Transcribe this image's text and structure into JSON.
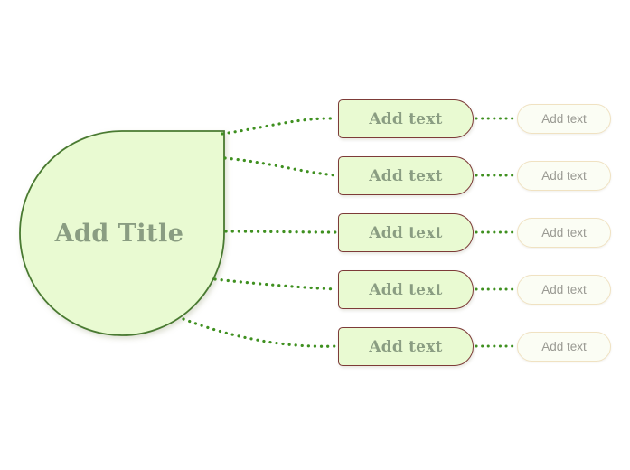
{
  "diagram": {
    "type": "mind-map",
    "title_node": {
      "label": "Add Title",
      "shape": "teardrop",
      "fill": "#e9fad2",
      "stroke": "#4a7a30",
      "text_color": "#8a9d82"
    },
    "branches": [
      {
        "primary": {
          "label": "Add text"
        },
        "secondary": {
          "label": "Add text"
        }
      },
      {
        "primary": {
          "label": "Add text"
        },
        "secondary": {
          "label": "Add text"
        }
      },
      {
        "primary": {
          "label": "Add text"
        },
        "secondary": {
          "label": "Add text"
        }
      },
      {
        "primary": {
          "label": "Add text"
        },
        "secondary": {
          "label": "Add text"
        }
      },
      {
        "primary": {
          "label": "Add text"
        },
        "secondary": {
          "label": "Add text"
        }
      }
    ],
    "colors": {
      "background": "#ffffff",
      "node_fill": "#e9fad2",
      "node_stroke": "#4a7a30",
      "pill_fill": "#e9fad2",
      "pill_stroke": "#7d3b38",
      "pill_text": "#8a9d82",
      "outline_pill_fill": "#fbfdf4",
      "outline_pill_stroke": "#f0e2c2",
      "outline_pill_text": "#9a9a93",
      "connector": "#3f9020"
    },
    "connector_style": "dotted"
  }
}
